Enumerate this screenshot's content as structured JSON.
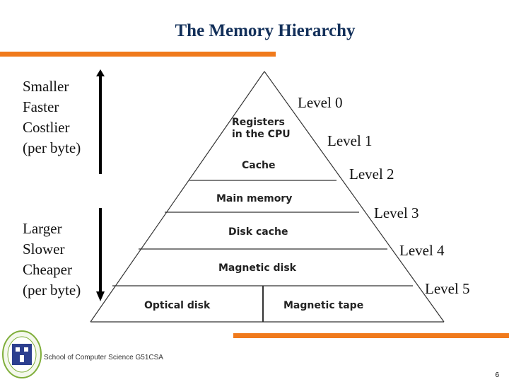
{
  "slide": {
    "title": "The Memory Hierarchy",
    "footer": "School of Computer Science G51CSA",
    "page_number": "6"
  },
  "top_label": [
    "Smaller",
    "Faster",
    "Costlier",
    "(per byte)"
  ],
  "bottom_label": [
    "Larger",
    "Slower",
    "Cheaper",
    "(per byte)"
  ],
  "levels": [
    "Level 0",
    "Level 1",
    "Level 2",
    "Level 3",
    "Level 4",
    "Level 5"
  ],
  "pyramid": {
    "registers": [
      "Registers",
      "in the CPU"
    ],
    "cache": "Cache",
    "main_memory": "Main memory",
    "disk_cache": "Disk cache",
    "magnetic_disk": "Magnetic disk",
    "optical_disk": "Optical disk",
    "magnetic_tape": "Magnetic tape"
  },
  "colors": {
    "accent": "#f07a1c",
    "title": "#13305a"
  }
}
